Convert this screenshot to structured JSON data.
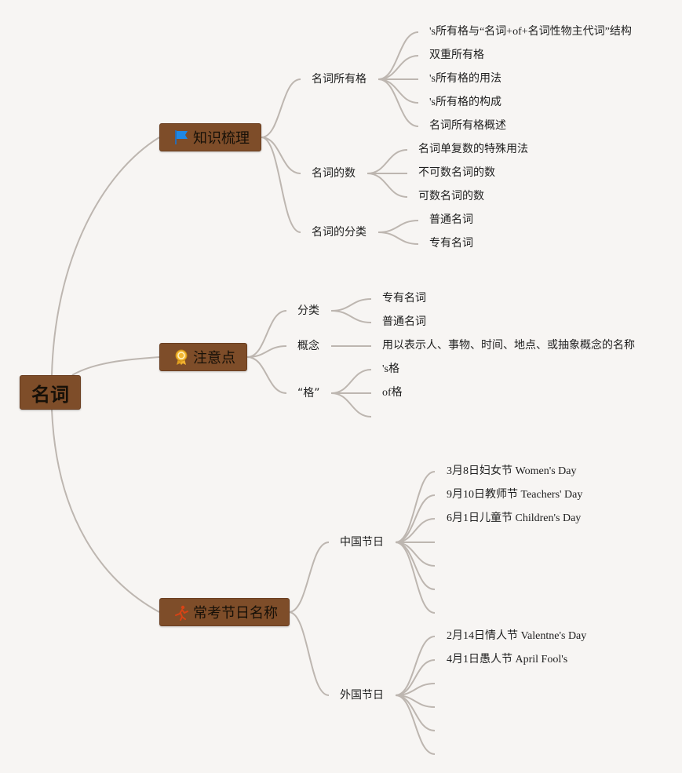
{
  "root": {
    "label": "名词"
  },
  "topics": [
    {
      "label": "知识梳理",
      "icon": "blue-flag-icon",
      "children": [
        {
          "label": "名词所有格",
          "children": [
            "'s所有格与“名词+of+名词性物主代词”结构",
            "双重所有格",
            "'s所有格的用法",
            "'s所有格的构成",
            "名词所有格概述"
          ]
        },
        {
          "label": "名词的数",
          "children": [
            "名词单复数的特殊用法",
            "不可数名词的数",
            "可数名词的数"
          ]
        },
        {
          "label": "名词的分类",
          "children": [
            "普通名词",
            "专有名词"
          ]
        }
      ]
    },
    {
      "label": "注意点",
      "icon": "award-ribbon-icon",
      "children": [
        {
          "label": "分类",
          "children": [
            "专有名词",
            "普通名词"
          ]
        },
        {
          "label": "概念",
          "children": [
            "用以表示人、事物、时间、地点、或抽象概念的名称"
          ]
        },
        {
          "label": "“格”",
          "children": [
            "'s格",
            "of格",
            ""
          ]
        }
      ]
    },
    {
      "label": "常考节日名称",
      "icon": "dancer-icon",
      "children": [
        {
          "label": "中国节日",
          "children": [
            "3月8日妇女节 Women's Day",
            "9月10日教师节 Teachers' Day",
            "6月1日儿童节 Children's Day",
            "",
            "",
            "",
            ""
          ]
        },
        {
          "label": "外国节日",
          "children": [
            "2月14日情人节 Valentne's Day",
            "4月1日愚人节 April Fool's",
            "",
            "",
            "",
            ""
          ]
        }
      ]
    }
  ],
  "colors": {
    "node_fill": "#7e4d29",
    "connector": "#bdb6b0",
    "background": "#f7f5f3"
  }
}
